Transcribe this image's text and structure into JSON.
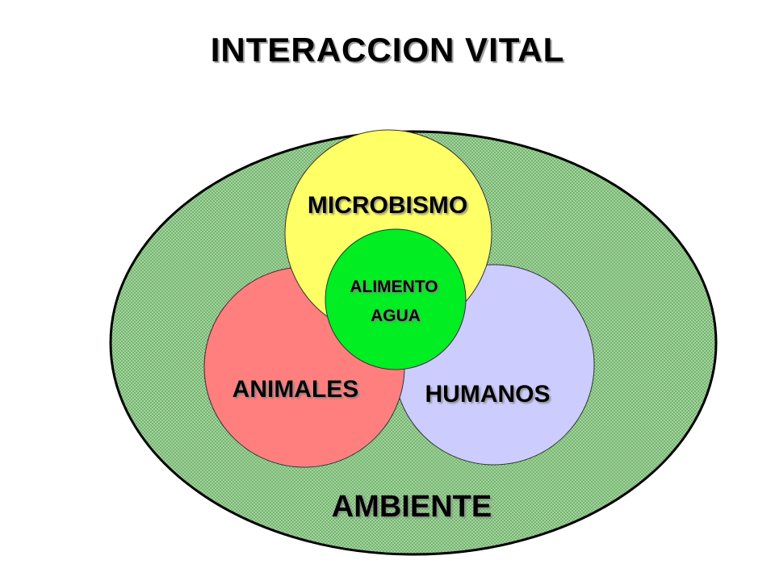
{
  "title": "INTERACCION VITAL",
  "environment": {
    "label": "AMBIENTE",
    "color": "#8fcc8a"
  },
  "circles": {
    "top": {
      "label": "MICROBISMO",
      "color": "#ffff66"
    },
    "left": {
      "label": "ANIMALES",
      "color": "#ff7f7f"
    },
    "right": {
      "label": "HUMANOS",
      "color": "#ccccff"
    },
    "center": {
      "line1": "ALIMENTO",
      "line2": "AGUA",
      "color": "#00ee22"
    }
  }
}
